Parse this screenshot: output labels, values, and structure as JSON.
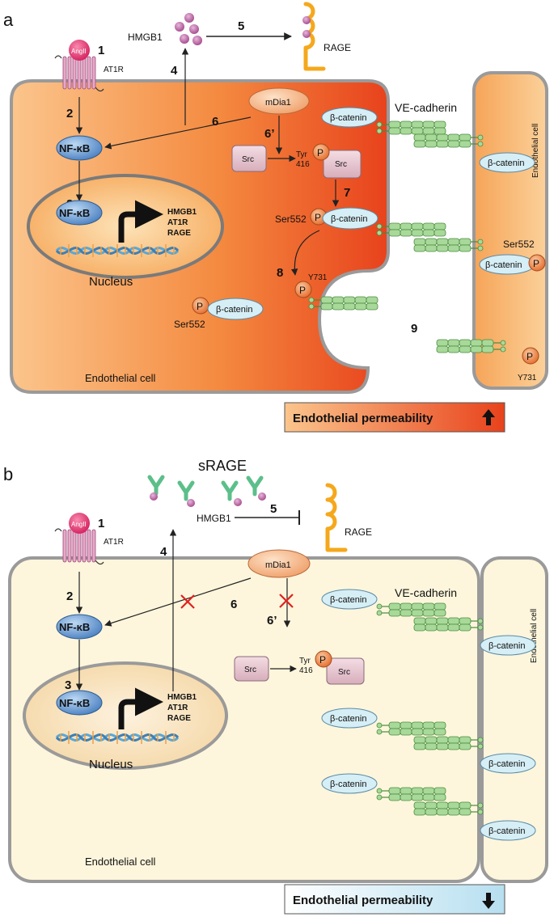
{
  "panel_a": {
    "letter": "a",
    "agonist": "AngII",
    "receptor": "AT1R",
    "ligand": "HMGB1",
    "rage": "RAGE",
    "mdia": "mDia1",
    "nfkb": "NF-κB",
    "nucleus": "Nucleus",
    "genes": [
      "HMGB1",
      "AT1R",
      "RAGE"
    ],
    "src": "Src",
    "tyr": "Tyr",
    "tyr_site": "416",
    "p": "P",
    "catenin": "β-catenin",
    "ser552": "Ser552",
    "y731": "Y731",
    "vecadherin": "VE-cadherin",
    "neighbor_cell": "Endothelial cell",
    "cell_label": "Endothelial cell",
    "permeability": "Endothelial permeability",
    "steps": [
      "1",
      "2",
      "3",
      "4",
      "5",
      "6",
      "6’",
      "7",
      "8",
      "9"
    ]
  },
  "panel_b": {
    "letter": "b",
    "srage": "sRAGE",
    "agonist": "AngII",
    "receptor": "AT1R",
    "ligand": "HMGB1",
    "rage": "RAGE",
    "mdia": "mDia1",
    "nfkb": "NF-κB",
    "nucleus": "Nucleus",
    "genes": [
      "HMGB1",
      "AT1R",
      "RAGE"
    ],
    "src": "Src",
    "tyr": "Tyr",
    "tyr_site": "416",
    "p": "P",
    "catenin": "β-catenin",
    "vecadherin": "VE-cadherin",
    "neighbor_cell": "Endothelial cell",
    "cell_label": "Endothelial cell",
    "permeability": "Endothelial permeability",
    "steps": [
      "1",
      "2",
      "3",
      "4",
      "5",
      "6",
      "6’"
    ]
  },
  "colors": {
    "cell_a_light": "#f9c48a",
    "cell_a_dark": "#e8421c",
    "cell_b": "#fdf6dc",
    "rage": "#f5a81c",
    "junction": "#a8d99a",
    "catenin": "#d6eef5",
    "phospho": "#f08a4a",
    "angii": "#e8336b",
    "hmgb1": "#b65a98",
    "srage": "#5cbf8a",
    "inhibit": "#e02020"
  }
}
